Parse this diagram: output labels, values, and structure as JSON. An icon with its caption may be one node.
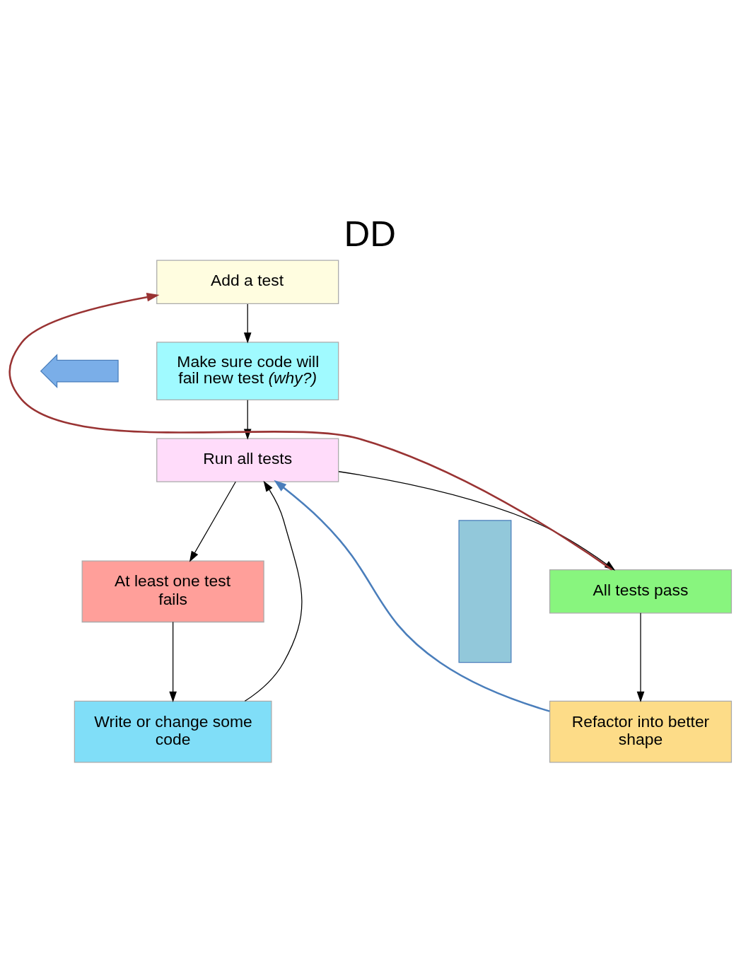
{
  "diagram": {
    "title": "DD",
    "nodes": [
      {
        "text": [
          "Add a test"
        ]
      },
      {
        "text": [
          "Make sure code will fail new test *(why?)*"
        ]
      },
      {
        "text": [
          "Run all tests"
        ]
      },
      {
        "text": [
          "At least one test fails"
        ]
      },
      {
        "text": [
          "All tests pass"
        ]
      },
      {
        "text": [
          "Write or change some code"
        ]
      },
      {
        "text": [
          "Refactor into better shape"
        ]
      },
      {
        "text": [],
        "shape": "arrow"
      },
      {
        "text": [],
        "shape": "box"
      }
    ],
    "edges": [
      {
        "from": 0,
        "to": 1,
        "arrow": "to"
      },
      {
        "from": 1,
        "to": 2,
        "arrow": "to"
      },
      {
        "from": 2,
        "to": 3,
        "arrow": "to"
      },
      {
        "from": 2,
        "to": 4,
        "arrow": "to"
      },
      {
        "from": 3,
        "to": 5,
        "arrow": "to"
      },
      {
        "from": 4,
        "to": 6,
        "arrow": "to"
      },
      {
        "from": 5,
        "to": 2,
        "arrow": "to"
      },
      {
        "from": 4,
        "to": 0,
        "arrow": "to",
        "color": "#993333"
      },
      {
        "from": 6,
        "to": 2,
        "arrow": "to",
        "color": "#4a7ebb"
      }
    ]
  }
}
